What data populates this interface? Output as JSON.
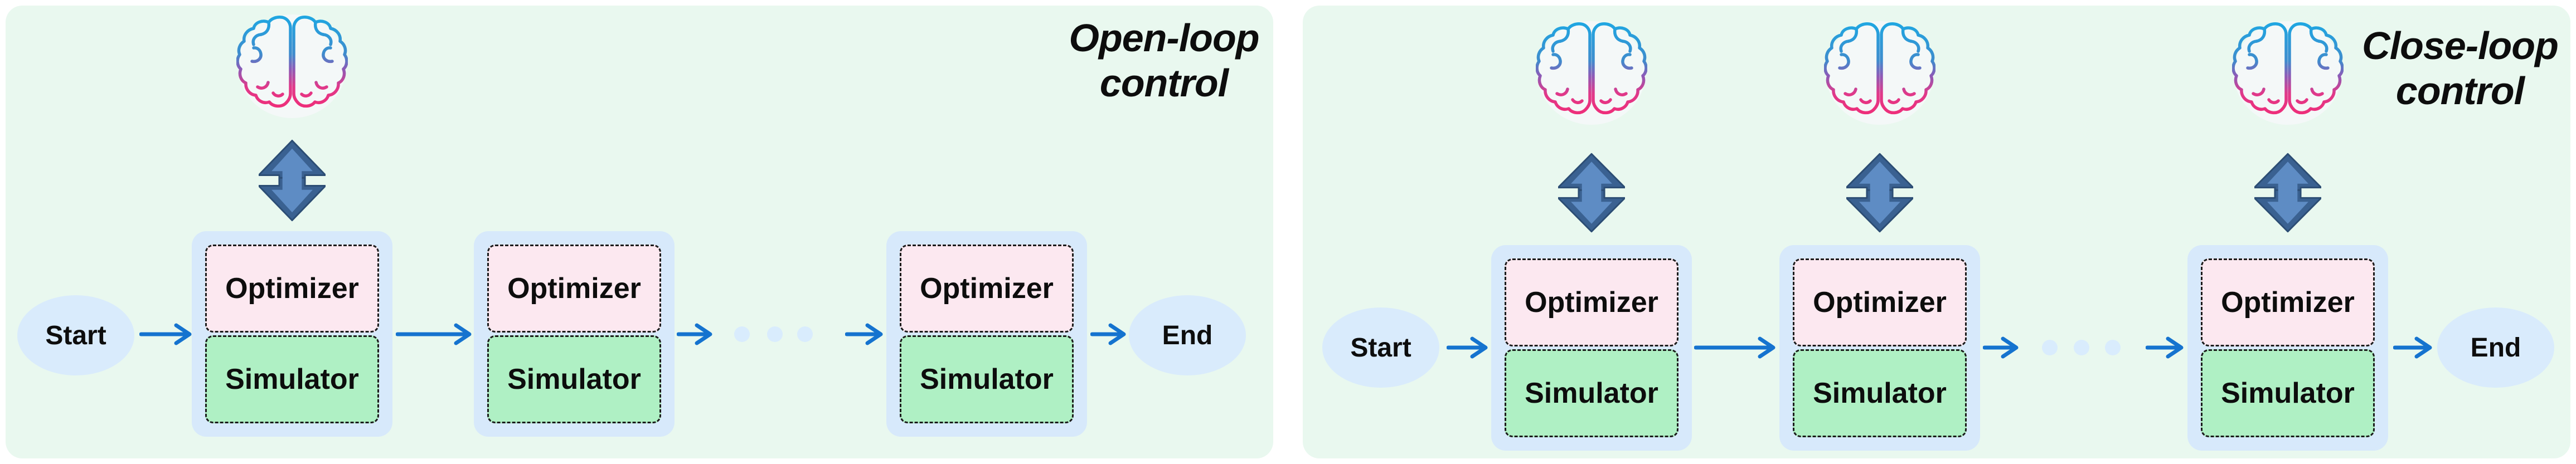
{
  "colors": {
    "canvas-bg": "#ffffff",
    "panel-bg": "#e9f8ef",
    "unit-bg": "#d7e9fb",
    "optimizer-bg": "#fce8f0",
    "simulator-bg": "#aff0c4",
    "node-bg": "#d9ebfc",
    "arrow-blue": "#1573cf",
    "label-color": "#0d0d0d",
    "dashed-border": "#1b1b1b",
    "updown-dark": "#3a6191",
    "updown-dark-edge": "#2c4d74",
    "updown-light": "#5e8cc4",
    "dot-color": "#d9ecfd",
    "brain-gradient-top": "#1ea7e2",
    "brain-gradient-mid": "#8a5cb8",
    "brain-gradient-bottom": "#ee2e7a",
    "brain-halo": "#f5f7f8"
  },
  "icons": {
    "brain": "brain-icon",
    "updown": "updown-arrow-icon",
    "flow": "flow-arrow"
  },
  "panels": [
    {
      "id": "open-loop",
      "title": {
        "line1": "Open-loop",
        "line2": "control"
      },
      "start_label": "Start",
      "end_label": "End",
      "brain_count": 1,
      "ellipsis_dot_count": 3,
      "units": [
        {
          "optimizer_label": "Optimizer",
          "simulator_label": "Simulator"
        },
        {
          "optimizer_label": "Optimizer",
          "simulator_label": "Simulator"
        },
        {
          "optimizer_label": "Optimizer",
          "simulator_label": "Simulator"
        }
      ]
    },
    {
      "id": "close-loop",
      "title": {
        "line1": "Close-loop",
        "line2": "control"
      },
      "start_label": "Start",
      "end_label": "End",
      "brain_count": 3,
      "ellipsis_dot_count": 3,
      "units": [
        {
          "optimizer_label": "Optimizer",
          "simulator_label": "Simulator"
        },
        {
          "optimizer_label": "Optimizer",
          "simulator_label": "Simulator"
        },
        {
          "optimizer_label": "Optimizer",
          "simulator_label": "Simulator"
        }
      ]
    }
  ]
}
